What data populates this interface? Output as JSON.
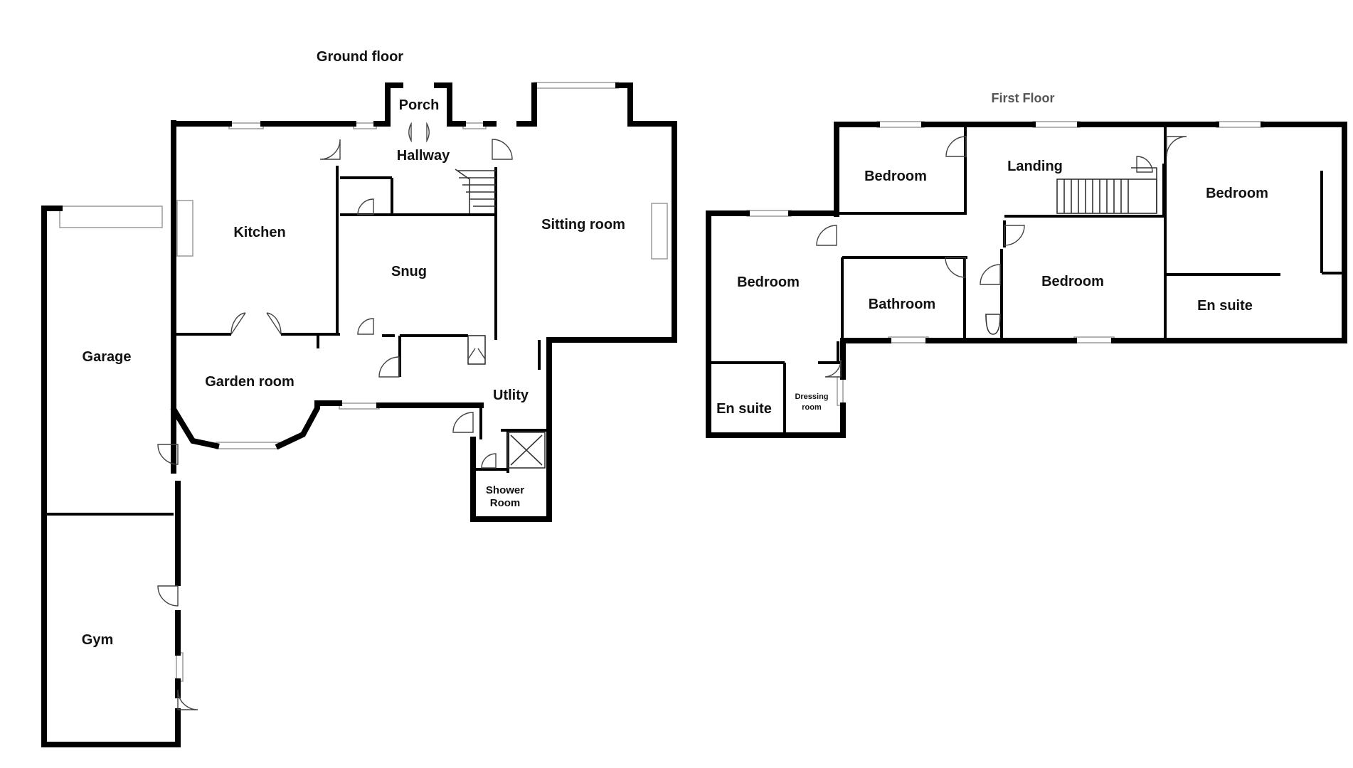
{
  "ground_floor": {
    "title": "Ground floor",
    "rooms": {
      "porch": "Porch",
      "hallway": "Hallway",
      "kitchen": "Kitchen",
      "snug": "Snug",
      "sitting_room": "Sitting room",
      "garage": "Garage",
      "garden_room": "Garden room",
      "utility": "Utlity",
      "shower_room_line1": "Shower",
      "shower_room_line2": "Room",
      "gym": "Gym"
    }
  },
  "first_floor": {
    "title": "First Floor",
    "rooms": {
      "bedroom_1": "Bedroom",
      "landing": "Landing",
      "bedroom_2": "Bedroom",
      "bedroom_3": "Bedroom",
      "bathroom": "Bathroom",
      "bedroom_4": "Bedroom",
      "en_suite_1": "En suite",
      "en_suite_2": "En suite",
      "dressing_line1": "Dressing",
      "dressing_line2": "room"
    }
  }
}
